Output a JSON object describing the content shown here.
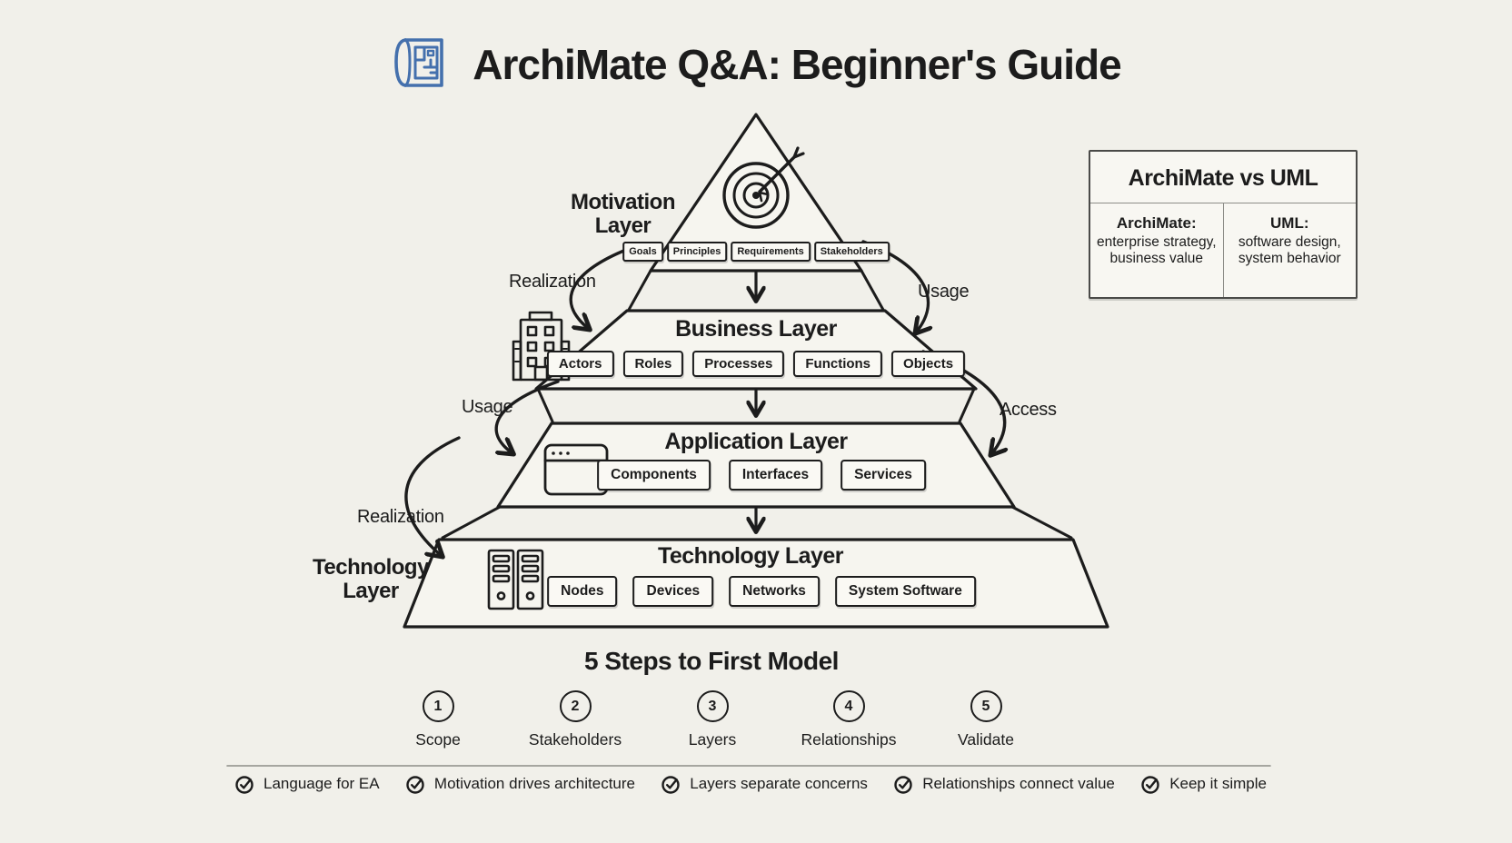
{
  "colors": {
    "background": "#f1f0ea",
    "ink": "#1c1c1c",
    "box_fill": "#faf9f4",
    "blueprint_blue": "#4470ad"
  },
  "header": {
    "title": "ArchiMate Q&A: Beginner's Guide"
  },
  "comparison": {
    "title": "ArchiMate vs UML",
    "left_name": "ArchiMate:",
    "left_line1": "enterprise strategy,",
    "left_line2": "business value",
    "right_name": "UML:",
    "right_line1": "software design,",
    "right_line2": "system behavior"
  },
  "pyramid": {
    "motivation": {
      "outside_label": "Motivation Layer",
      "items": [
        "Goals",
        "Principles",
        "Requirements",
        "Stakeholders"
      ]
    },
    "business": {
      "title": "Business Layer",
      "items": [
        "Actors",
        "Roles",
        "Processes",
        "Functions",
        "Objects"
      ]
    },
    "application": {
      "title": "Application Layer",
      "items": [
        "Components",
        "Interfaces",
        "Services"
      ]
    },
    "technology": {
      "title": "Technology Layer",
      "outside_label": "Technology Layer",
      "items": [
        "Nodes",
        "Devices",
        "Networks",
        "System Software"
      ]
    },
    "relations": {
      "left_top": "Realization",
      "right_top": "Usage",
      "left_mid": "Usage",
      "right_mid": "Access",
      "left_bottom": "Realization"
    }
  },
  "steps": {
    "title": "5 Steps to First Model",
    "items": [
      {
        "num": "1",
        "label": "Scope"
      },
      {
        "num": "2",
        "label": "Stakeholders"
      },
      {
        "num": "3",
        "label": "Layers"
      },
      {
        "num": "4",
        "label": "Relationships"
      },
      {
        "num": "5",
        "label": "Validate"
      }
    ]
  },
  "footer": {
    "items": [
      "Language for EA",
      "Motivation drives architecture",
      "Layers separate concerns",
      "Relationships connect value",
      "Keep it simple"
    ]
  }
}
